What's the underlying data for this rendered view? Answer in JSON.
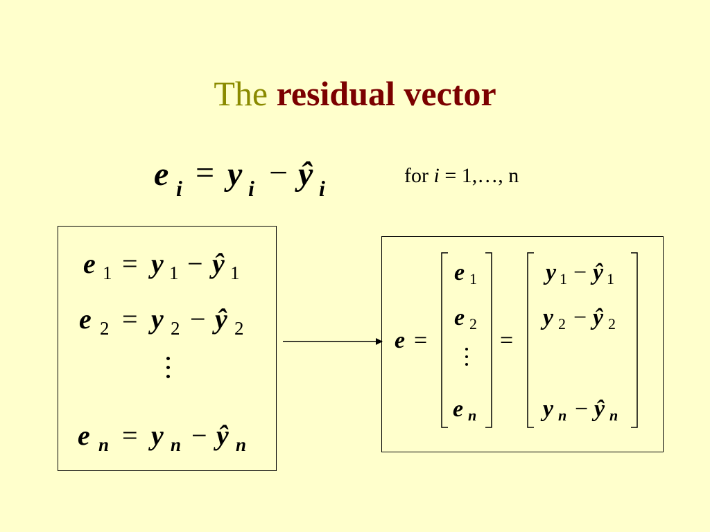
{
  "title": {
    "plain": "The",
    "bold": "residual vector"
  },
  "main_equation": {
    "lhs": "e",
    "rhs_a": "y",
    "rhs_b": "ŷ",
    "index": "i",
    "equals": "=",
    "minus": "−"
  },
  "range_text": {
    "prefix": "for ",
    "var": "i",
    "rest": " = 1,…, n"
  },
  "left_box": {
    "rows": [
      {
        "lhs": "e",
        "a": "y",
        "b": "ŷ",
        "idx": "1"
      },
      {
        "lhs": "e",
        "a": "y",
        "b": "ŷ",
        "idx": "2"
      },
      {
        "lhs": "e",
        "a": "y",
        "b": "ŷ",
        "idx": "n"
      }
    ]
  },
  "right_box": {
    "vector_name": "e",
    "equals": "=",
    "entries": [
      {
        "name": "e",
        "idx": "1"
      },
      {
        "name": "e",
        "idx": "2"
      },
      {
        "name": "e",
        "idx": "n"
      }
    ],
    "diffs": [
      {
        "a": "y",
        "b": "ŷ",
        "idx": "1"
      },
      {
        "a": "y",
        "b": "ŷ",
        "idx": "2"
      },
      {
        "a": "y",
        "b": "ŷ",
        "idx": "n"
      }
    ]
  },
  "colors": {
    "background": "#ffffcc",
    "title_plain": "#8a8a00",
    "title_bold": "#7b0000"
  }
}
